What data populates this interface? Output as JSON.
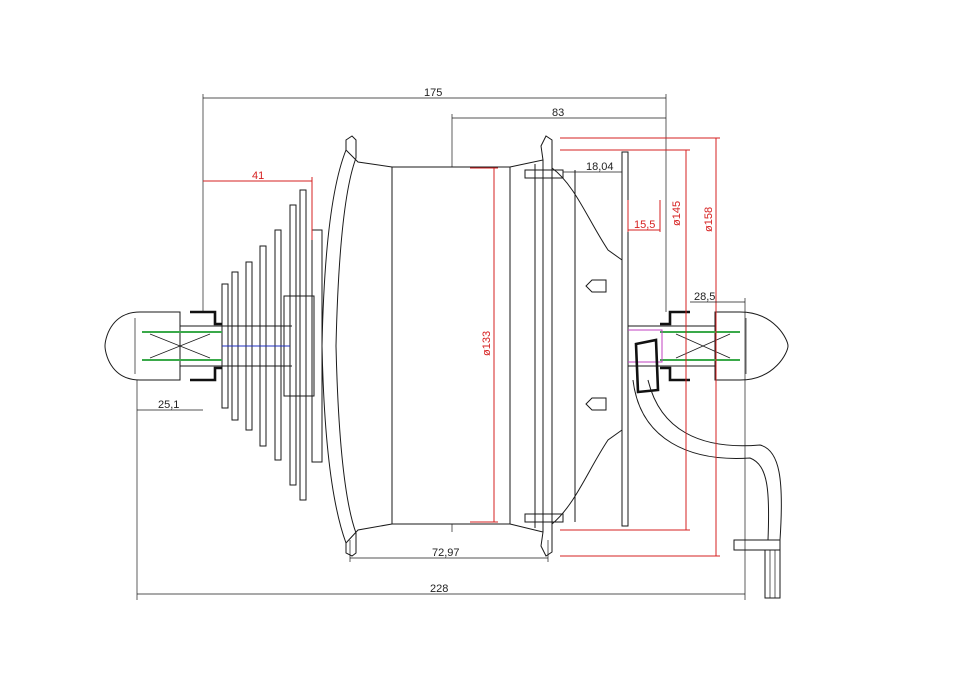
{
  "dimensions": {
    "overall_axle_length": "175",
    "hub_half_width": "83",
    "cassette_offset": "41",
    "flange_gap": "18,04",
    "rotor_offset": "15,5",
    "diameter_145": "ø145",
    "diameter_158": "ø158",
    "diameter_133": "ø133",
    "right_axle_end": "28,5",
    "left_axle_end": "25,1",
    "shell_width": "72,97",
    "total_length": "228"
  },
  "colors": {
    "outline": "#1a1a1a",
    "red_dimension": "#d62020",
    "green_thread": "#3aa94a",
    "blue_axis": "#2030c0",
    "magenta_detail": "#c040c0"
  }
}
